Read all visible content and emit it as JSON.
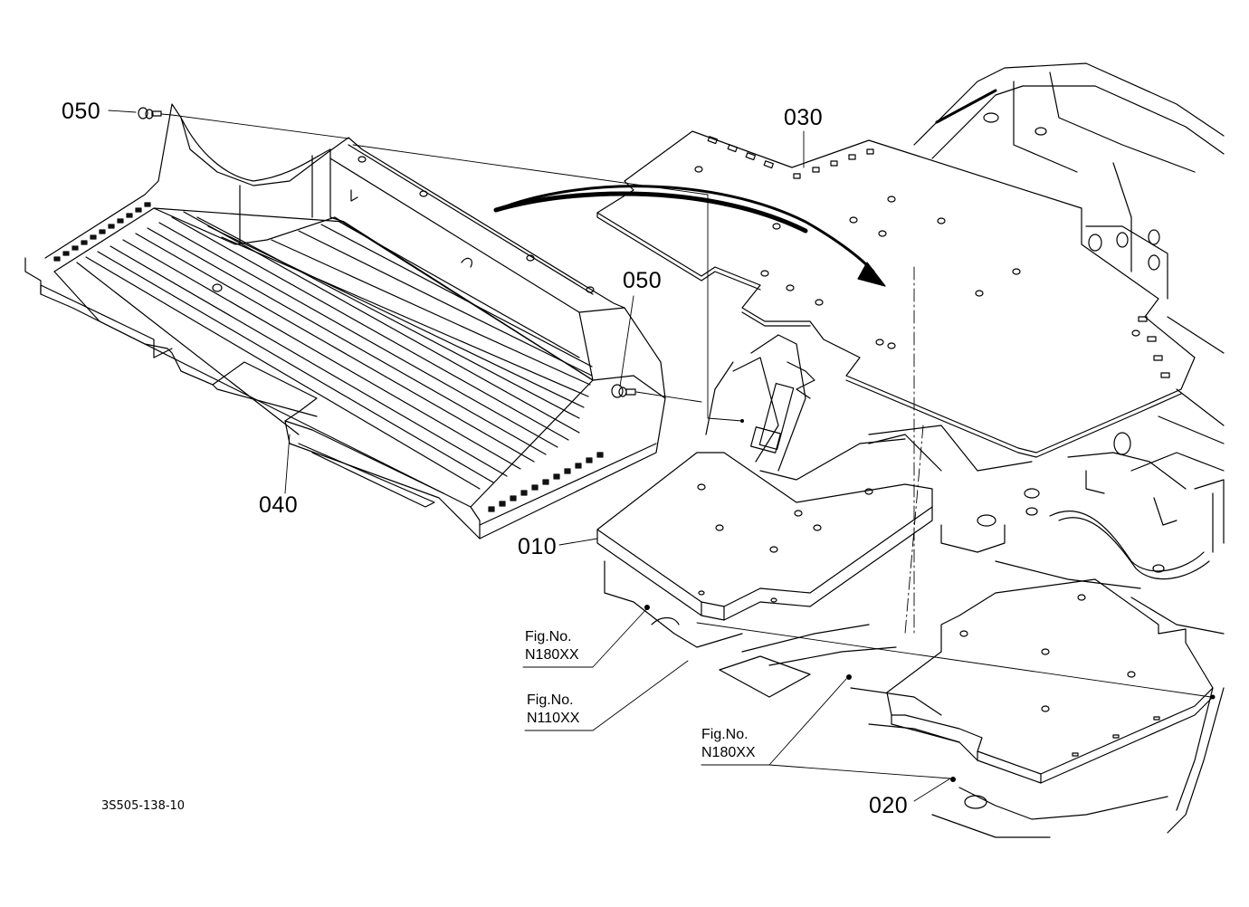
{
  "parts": {
    "p050a": "050",
    "p050b": "050",
    "p030": "030",
    "p040": "040",
    "p010": "010",
    "p020": "020"
  },
  "figrefs": [
    {
      "title": "Fig.No.",
      "code": "N180XX"
    },
    {
      "title": "Fig.No.",
      "code": "N110XX"
    },
    {
      "title": "Fig.No.",
      "code": "N180XX"
    }
  ],
  "drawing_code": "3S505-138-10",
  "colors": {
    "ink": "#000000",
    "paper": "#ffffff",
    "fill_dark": "#111111"
  }
}
